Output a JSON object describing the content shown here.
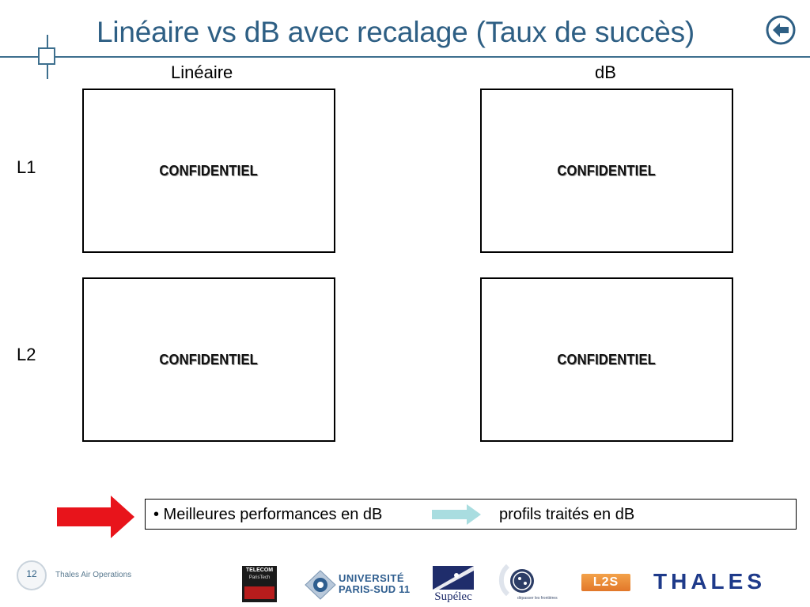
{
  "header": {
    "title": "Linéaire vs dB avec recalage (Taux de succès)"
  },
  "grid": {
    "columns": [
      "Linéaire",
      "dB"
    ],
    "rows": [
      "L1",
      "L2"
    ],
    "panels": [
      "CONFIDENTIEL",
      "CONFIDENTIEL",
      "CONFIDENTIEL",
      "CONFIDENTIEL"
    ]
  },
  "conclusion": {
    "text_before": "• Meilleures performances en dB",
    "text_after": "profils traités en dB"
  },
  "footer": {
    "page_number": "12",
    "company": "Thales Air Operations",
    "logos": {
      "telecom_top": "TELECOM",
      "telecom_mid": "ParisTech",
      "psud_line1": "UNIVERSITÉ",
      "psud_line2": "PARIS-SUD 11",
      "supelec": "Supélec",
      "cnrs_tagline": "dépasser les frontières",
      "l2s": "L2S",
      "thales": "THALES"
    }
  },
  "colors": {
    "title": "#2e5f84",
    "rule": "#3d6f8e",
    "red_arrow": "#e8141b",
    "cyan_arrow": "#a9dde0",
    "thales": "#1e3a8a"
  },
  "icons": {
    "back": "arrow-left-circle-icon",
    "emphasis": "right-arrow-icon",
    "transition": "right-arrow-icon"
  }
}
